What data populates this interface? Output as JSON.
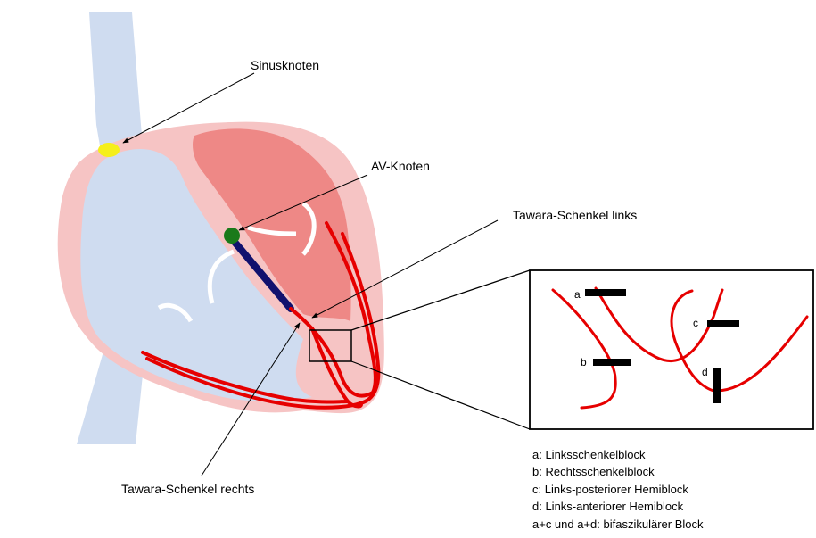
{
  "colors": {
    "vessel": "#cfdcf0",
    "chamber": "#cfdcf0",
    "wall": "#f6c4c4",
    "left_chamber": "#ee8886",
    "conduction": "#e60000",
    "sinus_node": "#f5ef1a",
    "av_node": "#1a7a1a",
    "his_bundle": "#11116e",
    "block_bar": "#000000"
  },
  "labels": {
    "sinus_node": "Sinusknoten",
    "av_node": "AV-Knoten",
    "left_bundle": "Tawara-Schenkel links",
    "right_bundle": "Tawara-Schenkel rechts"
  },
  "inset": {
    "block_a": "a",
    "block_b": "b",
    "block_c": "c",
    "block_d": "d"
  },
  "legend": [
    "a: Linksschenkelblock",
    "b: Rechtsschenkelblock",
    "c: Links-posteriorer Hemiblock",
    "d: Links-anteriorer Hemiblock",
    "a+c und a+d: bifaszikulärer Block"
  ]
}
